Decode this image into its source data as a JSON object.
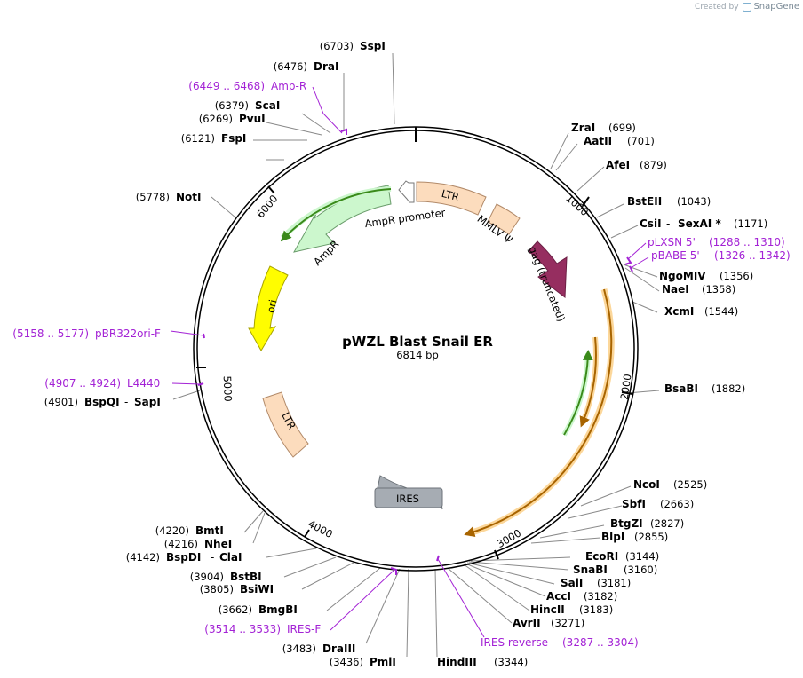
{
  "brand": {
    "prefix": "Created by",
    "name": "SnapGene"
  },
  "map": {
    "name": "pWZL Blast Snail ER",
    "length": "6814 bp"
  },
  "ticks": [
    "1000",
    "2000",
    "3000",
    "4000",
    "5000",
    "6000"
  ],
  "features": [
    {
      "id": "ltr1",
      "label": "LTR",
      "color": "#fcdcbd"
    },
    {
      "id": "mmlv",
      "label": "MMLV Ψ",
      "color": "#fcdcbd"
    },
    {
      "id": "gag",
      "label": "gag (truncated)",
      "color": "#962e60"
    },
    {
      "id": "ampr",
      "label": "AmpR",
      "color": "#ccf7cd"
    },
    {
      "id": "amppromoter",
      "label": "AmpR promoter",
      "color": "#ffffff"
    },
    {
      "id": "ori",
      "label": "ori",
      "color": "#fffd00"
    },
    {
      "id": "ltr2",
      "label": "LTR",
      "color": "#fcdcbd"
    },
    {
      "id": "ires",
      "label": "IRES",
      "color": "#a6acb3"
    }
  ],
  "sites": [
    {
      "name": "SspI",
      "pos": "(6703)"
    },
    {
      "name": "DraI",
      "pos": "(6476)"
    },
    {
      "name": "ScaI",
      "pos": "(6379)"
    },
    {
      "name": "PvuI",
      "pos": "(6269)"
    },
    {
      "name": "FspI",
      "pos": "(6121)"
    },
    {
      "name": "NotI",
      "pos": "(5778)"
    },
    {
      "name": "BspQI",
      "name2": "SapI",
      "pos": "(4901)"
    },
    {
      "name": "ZraI",
      "pos": "(699)"
    },
    {
      "name": "AatII",
      "pos": "(701)"
    },
    {
      "name": "AfeI",
      "pos": "(879)"
    },
    {
      "name": "BstEII",
      "pos": "(1043)"
    },
    {
      "name": "CsiI",
      "name2": "SexAI *",
      "pos": "(1171)"
    },
    {
      "name": "NgoMIV",
      "pos": "(1356)"
    },
    {
      "name": "NaeI",
      "pos": "(1358)"
    },
    {
      "name": "XcmI",
      "pos": "(1544)"
    },
    {
      "name": "BsaBI",
      "pos": "(1882)"
    },
    {
      "name": "NcoI",
      "pos": "(2525)"
    },
    {
      "name": "SbfI",
      "pos": "(2663)"
    },
    {
      "name": "BtgZI",
      "pos": "(2827)"
    },
    {
      "name": "BlpI",
      "pos": "(2855)"
    },
    {
      "name": "EcoRI",
      "pos": "(3144)"
    },
    {
      "name": "SnaBI",
      "pos": "(3160)"
    },
    {
      "name": "SalI",
      "pos": "(3181)"
    },
    {
      "name": "AccI",
      "pos": "(3182)"
    },
    {
      "name": "HincII",
      "pos": "(3183)"
    },
    {
      "name": "AvrII",
      "pos": "(3271)"
    },
    {
      "name": "HindIII",
      "pos": "(3344)"
    },
    {
      "name": "PmlI",
      "pos": "(3436)"
    },
    {
      "name": "DraIII",
      "pos": "(3483)"
    },
    {
      "name": "BmgBI",
      "pos": "(3662)"
    },
    {
      "name": "BsiWI",
      "pos": "(3805)"
    },
    {
      "name": "BstBI",
      "pos": "(3904)"
    },
    {
      "name": "BspDI",
      "name2": "ClaI",
      "pos": "(4142)"
    },
    {
      "name": "NheI",
      "pos": "(4216)"
    },
    {
      "name": "BmtI",
      "pos": "(4220)"
    }
  ],
  "primers": [
    {
      "name": "Amp-R",
      "range": "(6449 .. 6468)"
    },
    {
      "name": "pLXSN 5'",
      "range": "(1288 .. 1310)"
    },
    {
      "name": "pBABE 5'",
      "range": "(1326 .. 1342)"
    },
    {
      "name": "pBR322ori-F",
      "range": "(5158 .. 5177)"
    },
    {
      "name": "L4440",
      "range": "(4907 .. 4924)"
    },
    {
      "name": "IRES-F",
      "range": "(3514 .. 3533)"
    },
    {
      "name": "IRES reverse",
      "range": "(3287 .. 3304)"
    }
  ],
  "colors": {
    "backbone": "#000000",
    "primer": "#a322d5",
    "leader": "#888888",
    "orf_light": "#f7b54c",
    "orf_dark": "#c87800",
    "orf_green": "#5aa02c"
  }
}
